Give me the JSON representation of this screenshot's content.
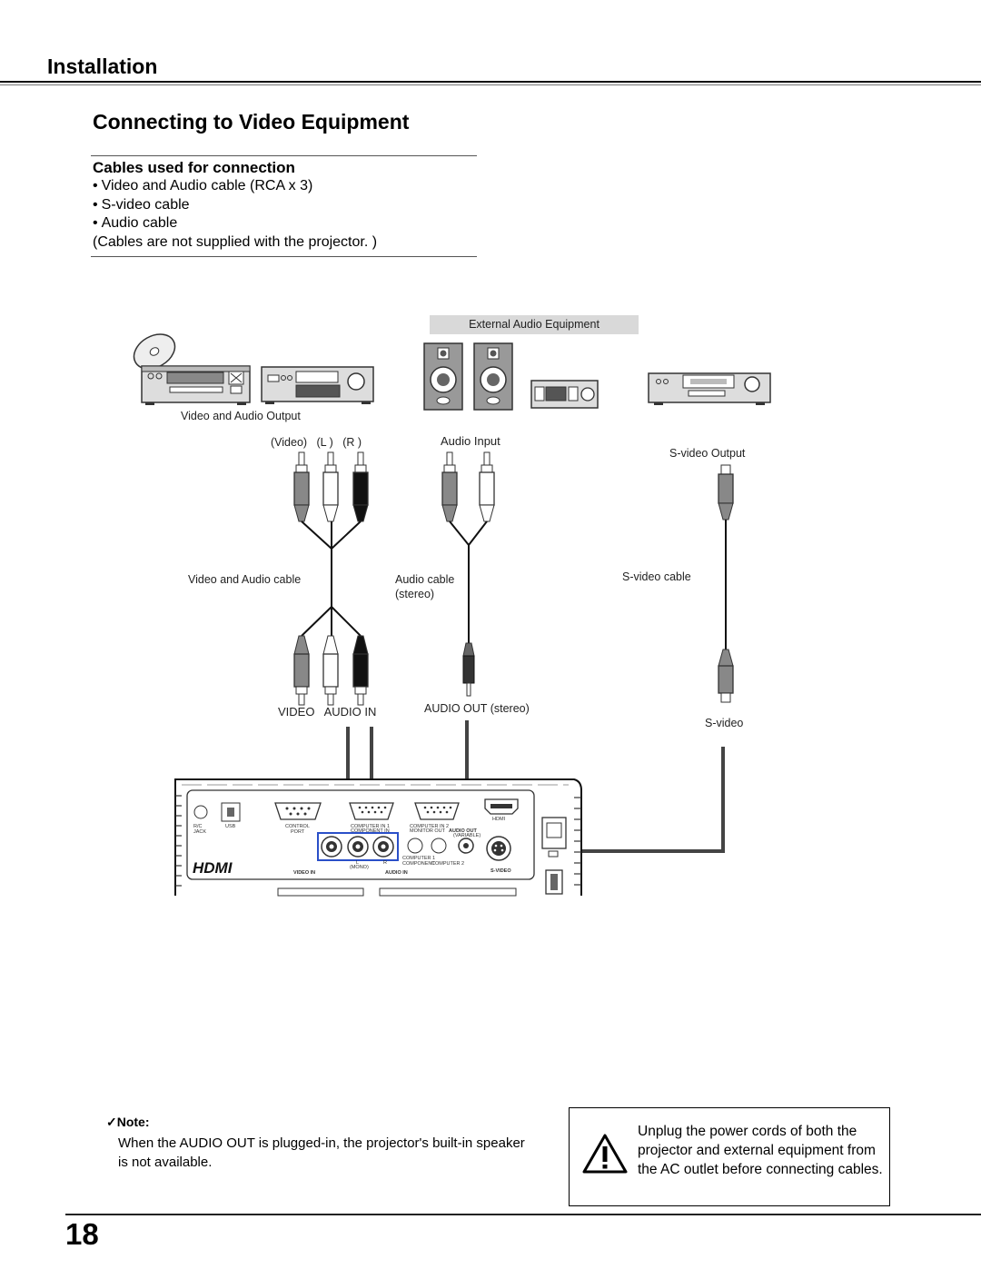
{
  "header": {
    "section": "Installation",
    "title": "Connecting to Video Equipment"
  },
  "cables": {
    "heading": "Cables used for connection",
    "items": [
      "Video and Audio cable (RCA x 3)",
      "S-video cable",
      "Audio cable"
    ],
    "footnote": "(Cables are not supplied with the projector. )"
  },
  "diagram": {
    "external_audio": "External Audio Equipment",
    "va_output": "Video and Audio Output",
    "plug_labels": "(Video)   (L )   (R )",
    "audio_input": "Audio Input",
    "svideo_output": "S-video Output",
    "va_cable": "Video and Audio cable",
    "audio_cable": "Audio cable",
    "audio_cable_sub": "(stereo)",
    "svideo_cable": "S-video cable",
    "video_audio_in": "VIDEO   AUDIO IN",
    "audio_out": "AUDIO OUT (stereo)",
    "svideo": "S-video",
    "panel": {
      "rjack": "R/C\nJACK",
      "usb": "USB",
      "control": "CONTROL",
      "port": "PORT",
      "comp_in1": "COMPUTER IN 1",
      "component_in": "COMPONENT IN",
      "comp_in2": "COMPUTER IN 2",
      "monitor_out": "MONITOR OUT",
      "audio_out": "AUDIO OUT",
      "variable": "(VARIABLE)",
      "hdmi": "HDMI",
      "hdmi_logo": "HDMI",
      "video_in": "VIDEO IN",
      "mono": "(MONO)",
      "audio_in": "AUDIO IN",
      "comp1": "COMPUTER 1",
      "component": "COMPONENT",
      "comp2": "COMPUTER 2",
      "svideo": "S-VIDEO",
      "l": "L",
      "r": "R"
    }
  },
  "note": {
    "heading": "Note:",
    "text": "When the AUDIO OUT is plugged-in, the projector's built-in speaker is not available."
  },
  "warning": {
    "text": "Unplug the power cords of both the projector and external equipment from the AC outlet before connecting cables."
  },
  "page_number": "18"
}
